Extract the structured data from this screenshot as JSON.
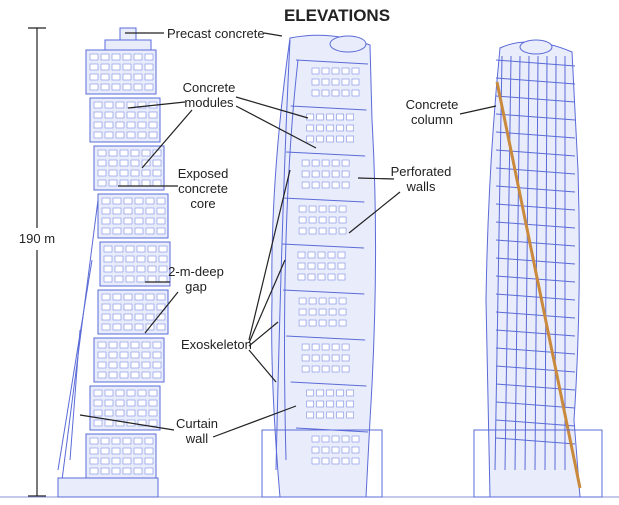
{
  "title": "ELEVATIONS",
  "height_label": "190 m",
  "callouts": {
    "precast": "Precast concrete",
    "modules": [
      "Concrete",
      "modules"
    ],
    "exposed": [
      "Exposed",
      "concrete",
      "core"
    ],
    "gap": [
      "2-m-deep",
      "gap"
    ],
    "curtain": [
      "Curtain",
      "wall"
    ],
    "exoskeleton": "Exoskeleton",
    "perforated": [
      "Perforated",
      "walls"
    ],
    "column": [
      "Concrete",
      "column"
    ]
  },
  "colors": {
    "building_line": "#5a6bd8",
    "building_fill": "#e9ecfb",
    "column": "#c98a3e",
    "text": "#222222"
  }
}
